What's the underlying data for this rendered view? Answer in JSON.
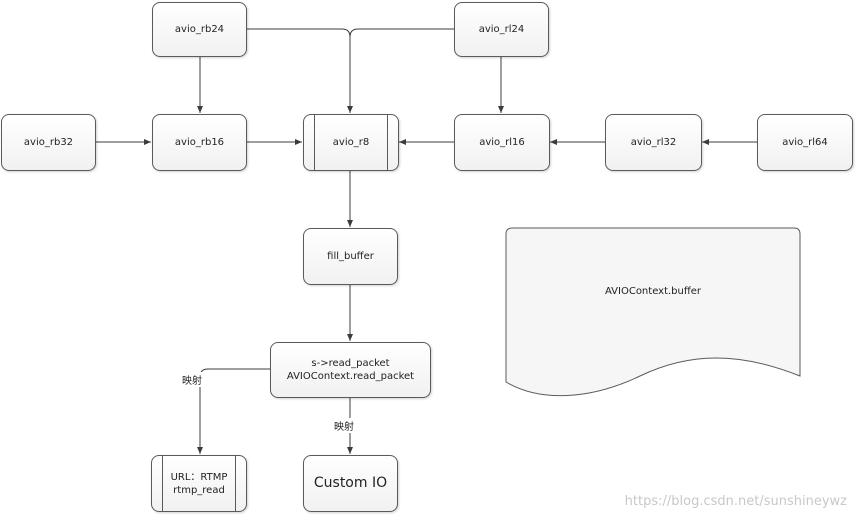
{
  "nodes": {
    "avio_rb24": "avio_rb24",
    "avio_rl24": "avio_rl24",
    "avio_rb32": "avio_rb32",
    "avio_rb16": "avio_rb16",
    "avio_r8": "avio_r8",
    "avio_rl16": "avio_rl16",
    "avio_rl32": "avio_rl32",
    "avio_rl64": "avio_rl64",
    "fill_buffer": "fill_buffer",
    "read_packet": "s->read_packet\nAVIOContext.read_packet",
    "url_rtmp": "URL：RTMP\nrtmp_read",
    "custom_io": "Custom IO"
  },
  "document": {
    "label": "AVIOContext.buffer"
  },
  "edge_labels": {
    "left": "映射",
    "down": "映射"
  },
  "watermark": "https://blog.csdn.net/sunshineywz"
}
